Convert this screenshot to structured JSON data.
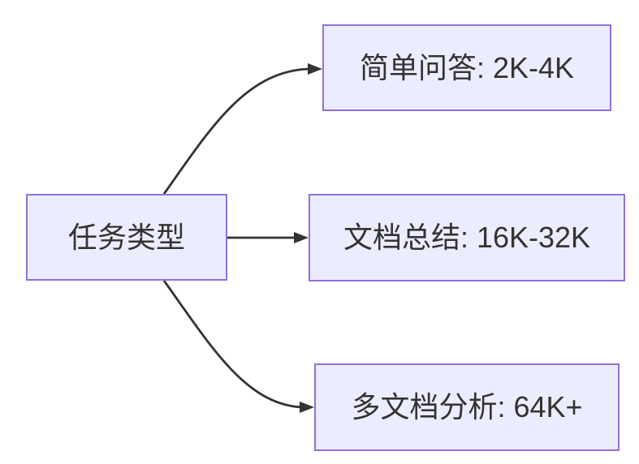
{
  "diagram": {
    "type": "flowchart-lr",
    "root": {
      "label": "任务类型"
    },
    "branches": [
      {
        "label": "简单问答: 2K-4K"
      },
      {
        "label": "文档总结: 16K-32K"
      },
      {
        "label": "多文档分析: 64K+"
      }
    ],
    "colors": {
      "node_fill": "#ECECFF",
      "node_border": "#9370DB",
      "edge": "#333333",
      "text": "#333333"
    }
  }
}
